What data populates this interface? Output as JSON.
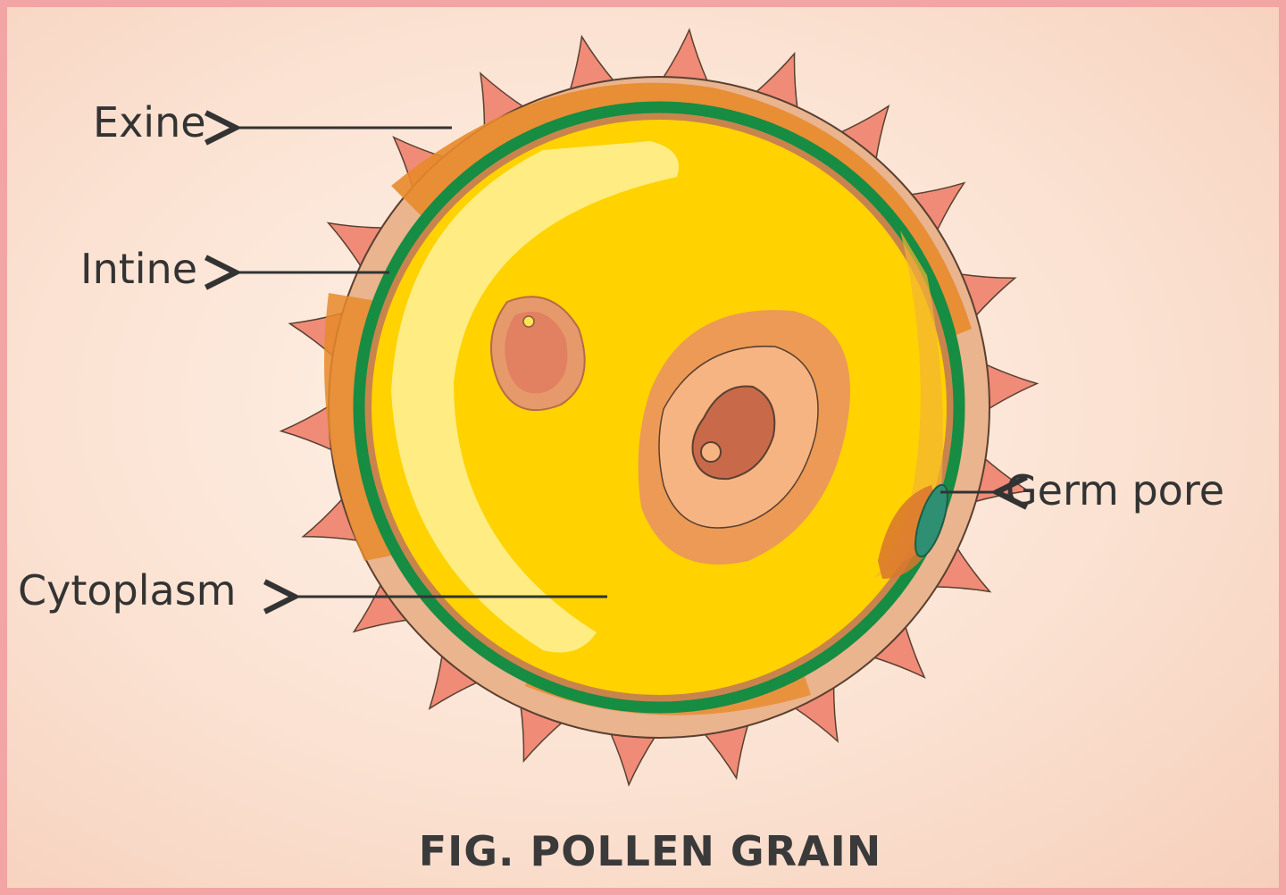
{
  "diagram": {
    "labels": {
      "exine": "Exine",
      "intine": "Intine",
      "cytoplasm": "Cytoplasm",
      "germ_pore": "Germ pore"
    },
    "caption": "FIG. POLLEN GRAIN"
  },
  "colors": {
    "spike": "#f08b78",
    "exine_layer": "#e9b48e",
    "exine_band": "#e8892b",
    "intine_ring": "#178c43",
    "cytoplasm": "#ffd200",
    "cytoplasm_highlight": "#fff29a",
    "nucleus_outer": "#ec9a55",
    "nucleus_inner": "#f6b482",
    "germ_pore": "#2f8f72",
    "arrow": "#333333",
    "label_text": "#333333"
  }
}
